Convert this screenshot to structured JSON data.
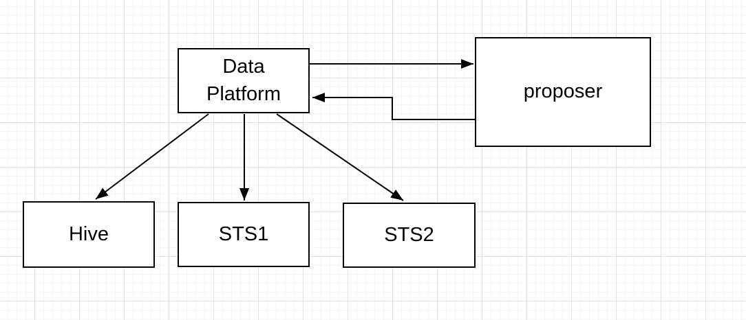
{
  "diagram": {
    "type": "flowchart",
    "background": {
      "color": "#ffffff",
      "grid": "on",
      "grid_minor_color": "#f6f6f6",
      "grid_major_color": "#e2e2e2"
    },
    "colors": {
      "node_fill": "#ffffff",
      "node_border": "#000000",
      "edge": "#000000",
      "text": "#000000"
    },
    "nodes": [
      {
        "id": "data-platform",
        "label": "Data Platform"
      },
      {
        "id": "proposer",
        "label": "proposer"
      },
      {
        "id": "hive",
        "label": "Hive"
      },
      {
        "id": "sts1",
        "label": "STS1"
      },
      {
        "id": "sts2",
        "label": "STS2"
      }
    ],
    "edges": [
      {
        "from": "Data Platform",
        "to": "proposer",
        "style": "straight-arrow"
      },
      {
        "from": "proposer",
        "to": "Data Platform",
        "style": "orthogonal-arrow"
      },
      {
        "from": "Data Platform",
        "to": "Hive",
        "style": "straight-arrow"
      },
      {
        "from": "Data Platform",
        "to": "STS1",
        "style": "straight-arrow"
      },
      {
        "from": "Data Platform",
        "to": "STS2",
        "style": "straight-arrow"
      }
    ]
  }
}
